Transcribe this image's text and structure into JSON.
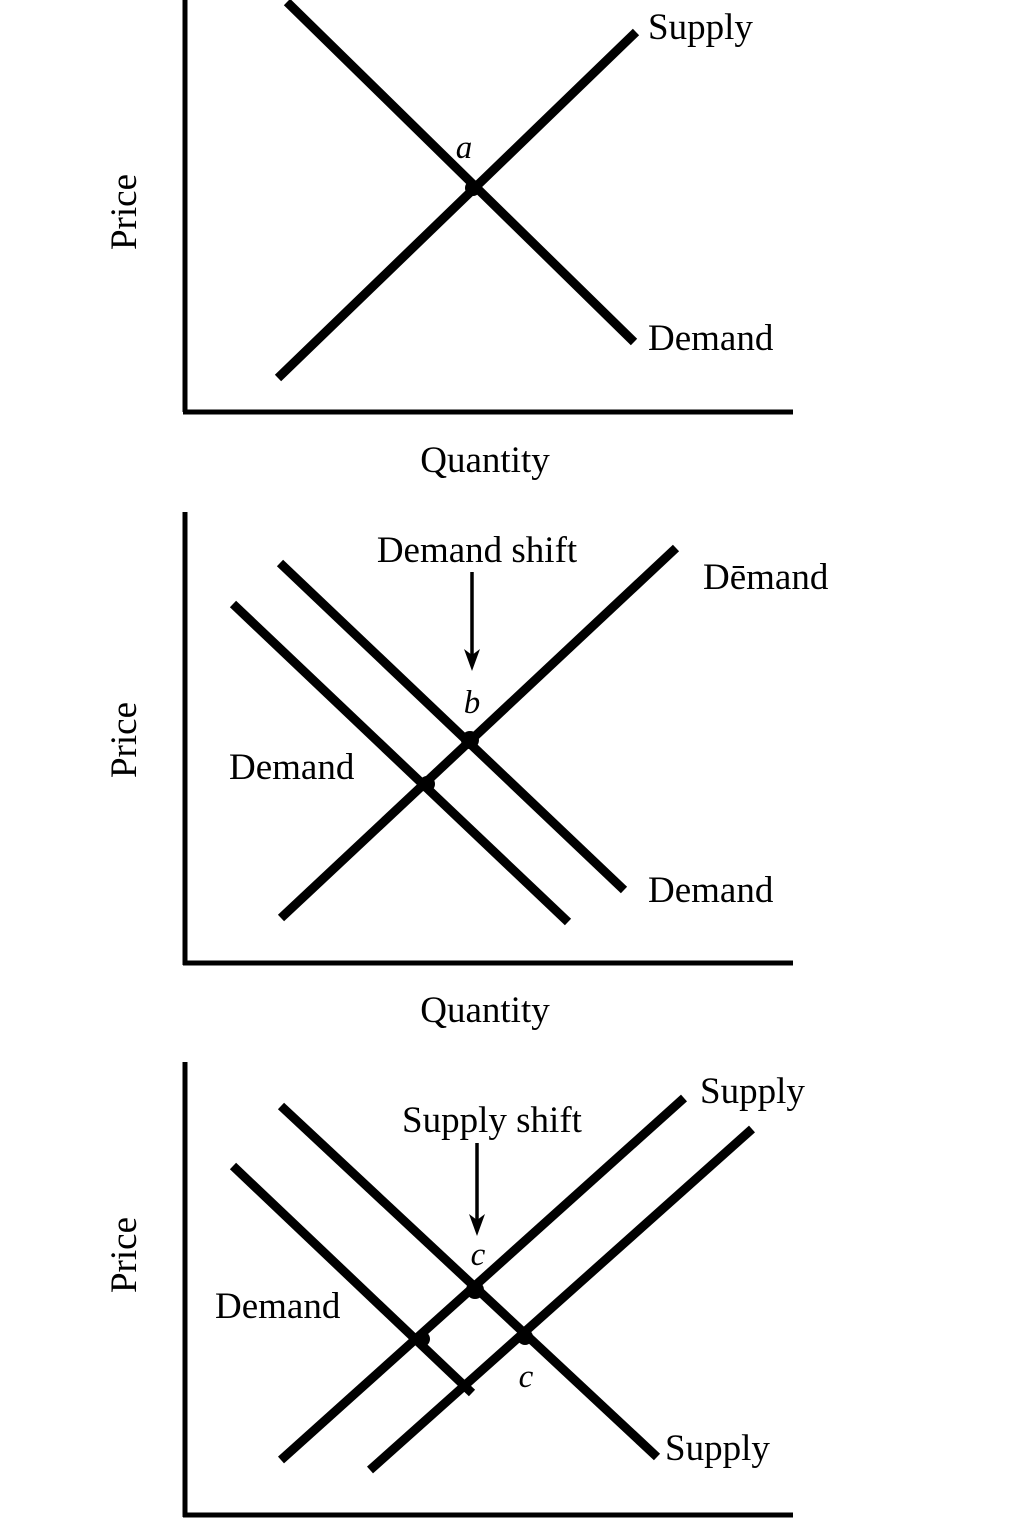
{
  "figure": {
    "title": "Supply and demand shift diagrams",
    "background_color": "#ffffff",
    "ink_color": "#000000"
  },
  "chart_data": {
    "type": "line",
    "title": "",
    "panels": [
      {
        "id": "panel-a",
        "xlabel": "Quantity",
        "ylabel": "Price",
        "grid": false,
        "legend": "inline-curve-labels",
        "xlim": [
          0,
          100
        ],
        "ylim": [
          0,
          100
        ],
        "series": [
          {
            "name": "Supply",
            "label": "Supply",
            "slope": "upward",
            "x": [
              20,
              90
            ],
            "y": [
              5,
              90
            ]
          },
          {
            "name": "Demand",
            "label": "Demand",
            "slope": "downward",
            "x": [
              20,
              90
            ],
            "y": [
              95,
              10
            ]
          }
        ],
        "annotations": [
          {
            "label": "a",
            "type": "equilibrium-point",
            "x": 47,
            "y": 52
          }
        ]
      },
      {
        "id": "panel-b",
        "xlabel": "Quantity",
        "ylabel": "Price",
        "grid": false,
        "legend": "inline-curve-labels",
        "xlim": [
          0,
          100
        ],
        "ylim": [
          0,
          100
        ],
        "series": [
          {
            "name": "Demand-original",
            "label": "Demand",
            "slope": "downward",
            "x": [
              10,
              73
            ],
            "y": [
              87,
              12
            ]
          },
          {
            "name": "Demand-shifted",
            "label": "Demand",
            "slope": "downward",
            "x": [
              24,
              88
            ],
            "y": [
              95,
              18
            ]
          },
          {
            "name": "Demand-upward",
            "label": "Demand",
            "slope": "upward",
            "x": [
              20,
              90
            ],
            "y": [
              8,
              96
            ]
          }
        ],
        "annotations": [
          {
            "label": "b",
            "type": "equilibrium-point",
            "x": 50,
            "y": 60
          },
          {
            "label": "",
            "type": "equilibrium-point",
            "x": 41,
            "y": 51
          },
          {
            "label": "Demand shift",
            "type": "shift-arrow",
            "direction": "down"
          }
        ]
      },
      {
        "id": "panel-c",
        "xlabel": "",
        "ylabel": "Price",
        "grid": false,
        "legend": "inline-curve-labels",
        "xlim": [
          0,
          100
        ],
        "ylim": [
          0,
          100
        ],
        "series": [
          {
            "name": "Demand-original",
            "label": "Demand",
            "slope": "downward",
            "x": [
              10,
              73
            ],
            "y": [
              85,
              12
            ]
          },
          {
            "name": "Demand-second",
            "label": "Supply",
            "slope": "downward",
            "x": [
              24,
              88
            ],
            "y": [
              95,
              18
            ]
          },
          {
            "name": "Supply-original",
            "label": "Supply",
            "slope": "upward",
            "x": [
              20,
              84
            ],
            "y": [
              8,
              92
            ]
          },
          {
            "name": "Supply-shifted",
            "label": "Supply",
            "slope": "upward",
            "x": [
              33,
              96
            ],
            "y": [
              8,
              86
            ]
          }
        ],
        "annotations": [
          {
            "label": "c",
            "type": "equilibrium-point",
            "x": 47,
            "y": 62
          },
          {
            "label": "c",
            "type": "equilibrium-point",
            "x": 55,
            "y": 48
          },
          {
            "label": "",
            "type": "equilibrium-point",
            "x": 39,
            "y": 48
          },
          {
            "label": "Supply shift",
            "type": "shift-arrow",
            "direction": "down"
          }
        ]
      }
    ]
  },
  "panel_a": {
    "y_axis_label": "Price",
    "x_axis_label": "Quantity",
    "supply_label": "Supply",
    "demand_label": "Demand",
    "point_label": "a"
  },
  "panel_b": {
    "y_axis_label": "Price",
    "x_axis_label": "Quantity",
    "shift_label": "Demand shift",
    "upper_right_label": "Dēmand",
    "left_label": "Demand",
    "lower_right_label": "Demand",
    "point_label": "b"
  },
  "panel_c": {
    "y_axis_label": "Price",
    "shift_label": "Supply shift",
    "upper_right_label": "Supply",
    "left_label": "Demand",
    "lower_right_label": "Supply",
    "point_label_upper": "c",
    "point_label_lower": "c"
  }
}
